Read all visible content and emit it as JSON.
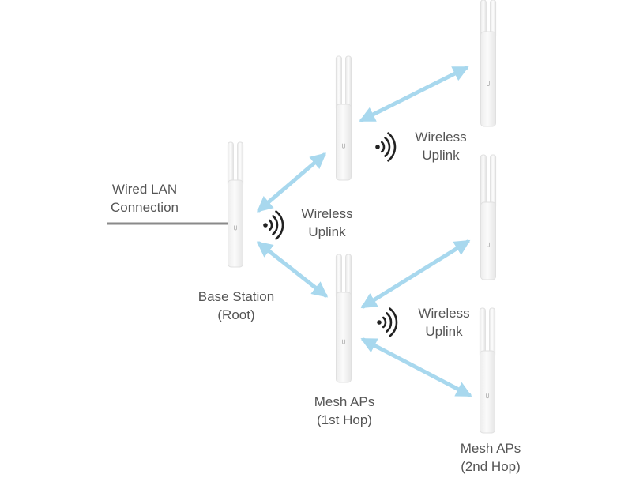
{
  "diagram": {
    "colors": {
      "wire": "#8a8a8a",
      "link_arrow": "#a8d8ee",
      "signal_waves": "#222222",
      "device_body": "#f6f6f6",
      "device_outline": "#e0e0e0",
      "label_text": "#555555"
    },
    "icons": [
      "access-point-icon",
      "wireless-signal-icon",
      "double-arrow-icon"
    ],
    "labels": {
      "wired_lan": [
        "Wired LAN",
        "Connection"
      ],
      "base_station": [
        "Base Station",
        "(Root)"
      ],
      "uplink_base": [
        "Wireless",
        "Uplink"
      ],
      "uplink_top": [
        "Wireless",
        "Uplink"
      ],
      "uplink_bottom": [
        "Wireless",
        "Uplink"
      ],
      "mesh_1st": [
        "Mesh APs",
        "(1st Hop)"
      ],
      "mesh_2nd": [
        "Mesh APs",
        "(2nd Hop)"
      ]
    }
  }
}
